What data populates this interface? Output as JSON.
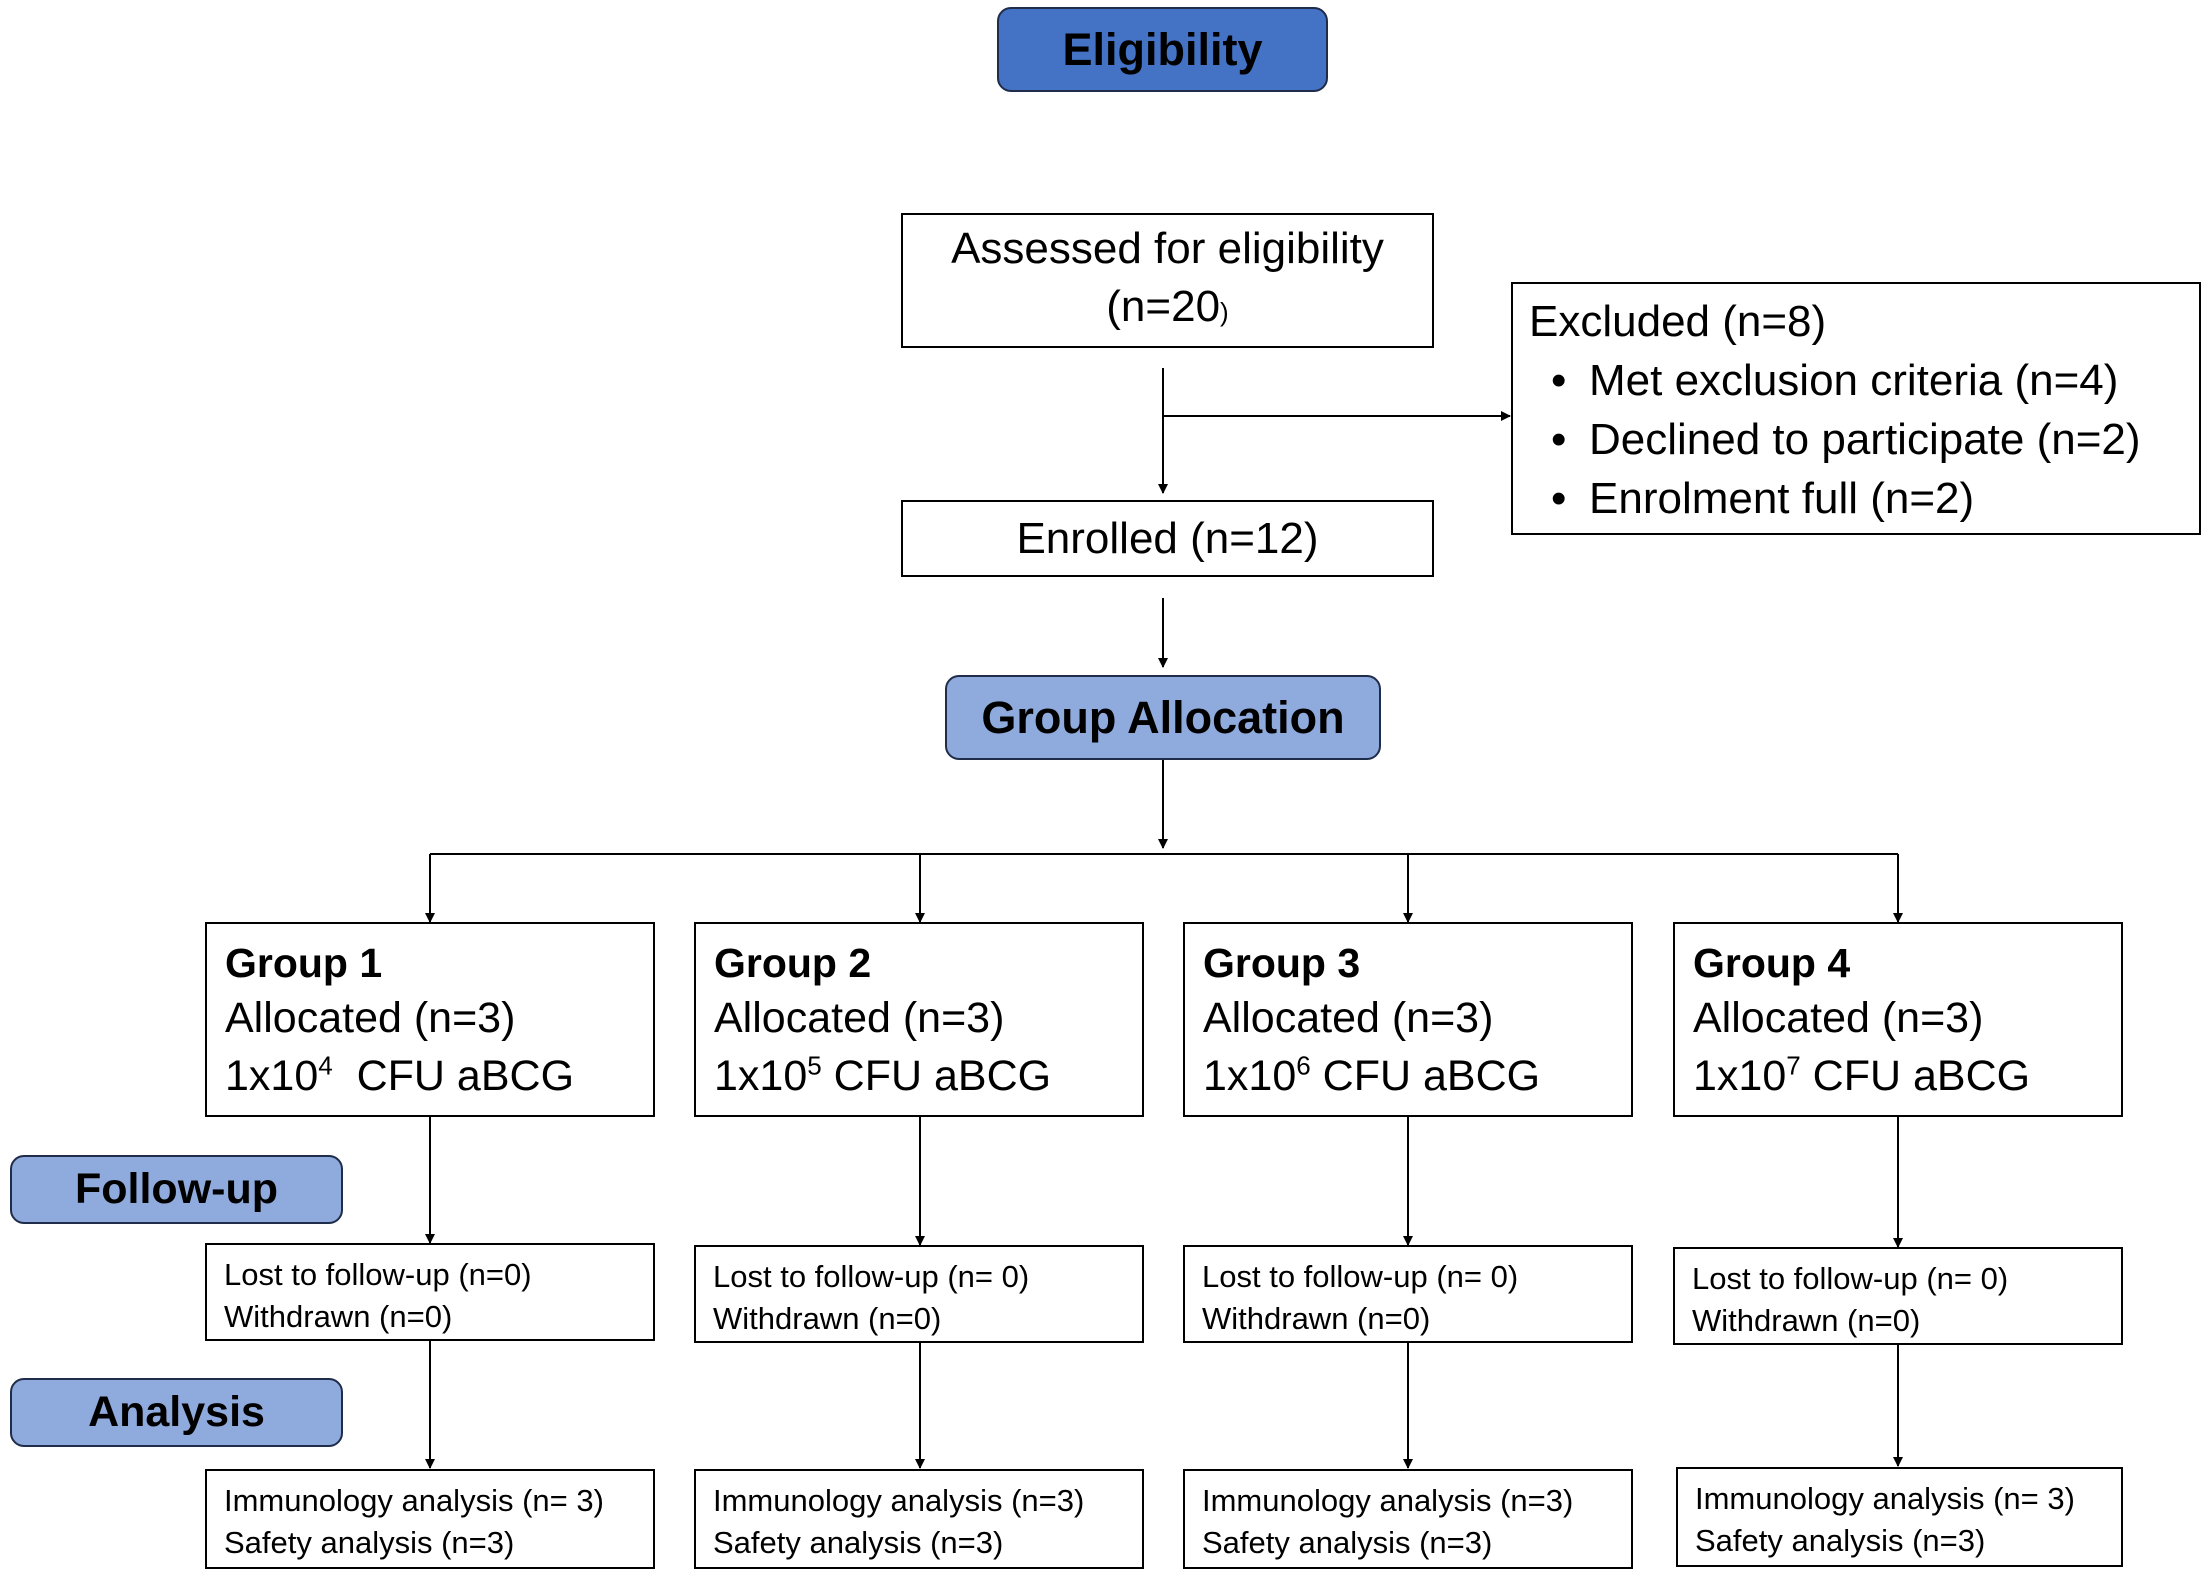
{
  "stages": {
    "eligibility": "Eligibility",
    "group_allocation": "Group Allocation",
    "follow_up": "Follow-up",
    "analysis": "Analysis"
  },
  "colors": {
    "eligibility_fill": "#4472C4",
    "stage_fill": "#8FAADC",
    "line": "#000000"
  },
  "assessed": {
    "line1": "Assessed for eligibility",
    "line2": "(n=20",
    "line2_suffix": ")"
  },
  "excluded": {
    "title": "Excluded  (n=8)",
    "items": [
      "Met exclusion criteria (n=4)",
      "Declined to participate (n=2)",
      "Enrolment full (n=2)"
    ]
  },
  "enrolled": "Enrolled (n=12)",
  "groups": [
    {
      "title": "Group 1",
      "allocated": "Allocated (n=3)",
      "dose_base": "1x10",
      "dose_exp": "4",
      "dose_unit": "  CFU aBCG",
      "lost": "Lost to follow-up (n=0)",
      "withdrawn": "Withdrawn (n=0)",
      "immunology": "Immunology analysis (n= 3)",
      "safety": "Safety analysis (n=3)"
    },
    {
      "title": "Group 2",
      "allocated": "Allocated (n=3)",
      "dose_base": "1x10",
      "dose_exp": "5",
      "dose_unit": " CFU aBCG",
      "lost": "Lost to follow-up (n= 0)",
      "withdrawn": "Withdrawn  (n=0)",
      "immunology": "Immunology analysis (n=3)",
      "safety": "Safety analysis (n=3)"
    },
    {
      "title": "Group 3",
      "allocated": "Allocated (n=3)",
      "dose_base": "1x10",
      "dose_exp": "6",
      "dose_unit": " CFU aBCG",
      "lost": "Lost to follow-up (n= 0)",
      "withdrawn": "Withdrawn  (n=0)",
      "immunology": "Immunology analysis (n=3)",
      "safety": "Safety analysis (n=3)"
    },
    {
      "title": "Group 4",
      "allocated": "Allocated (n=3)",
      "dose_base": "1x10",
      "dose_exp": "7",
      "dose_unit": " CFU aBCG",
      "lost": "Lost to follow-up (n= 0)",
      "withdrawn": "Withdrawn  (n=0)",
      "immunology": "Immunology analysis (n= 3)",
      "safety": "Safety analysis (n=3)"
    }
  ]
}
